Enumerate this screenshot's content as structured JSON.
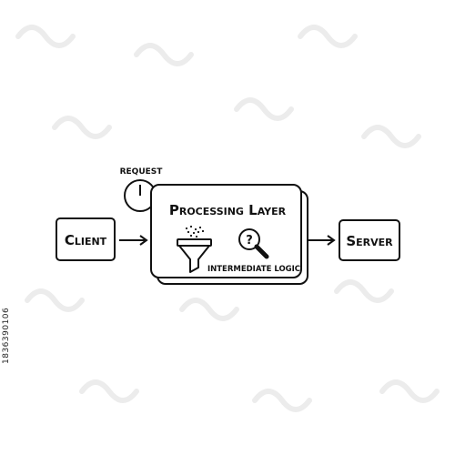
{
  "diagram": {
    "client_label": "Client",
    "request_label": "REQUEST",
    "processing_title": "Processing Layer",
    "intermediate_label": "INTERMEDIATE LOGIC",
    "server_label": "Server",
    "funnel_icon": "funnel-icon",
    "search_icon": "magnifier-question-icon",
    "clock_icon": "clock-icon"
  },
  "stock_id": "1836390106",
  "colors": {
    "stroke": "#111111",
    "background": "#ffffff",
    "watermark": "#e6e6e6"
  }
}
